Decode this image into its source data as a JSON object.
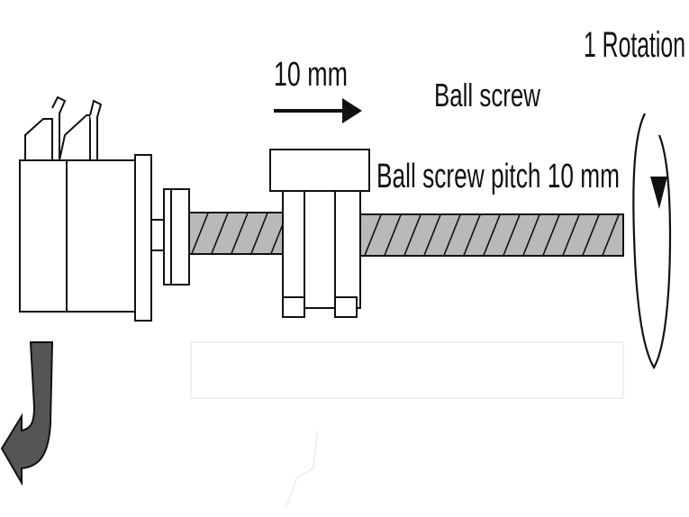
{
  "labels": {
    "rotation": "1 Rotation",
    "travel": "10 mm",
    "ball_screw": "Ball screw",
    "pitch": "Ball screw pitch 10 mm"
  },
  "colors": {
    "stroke": "#111111",
    "screw_fill": "#b9b9b9",
    "arrow_fill": "#555555",
    "body_fill": "#ffffff"
  }
}
